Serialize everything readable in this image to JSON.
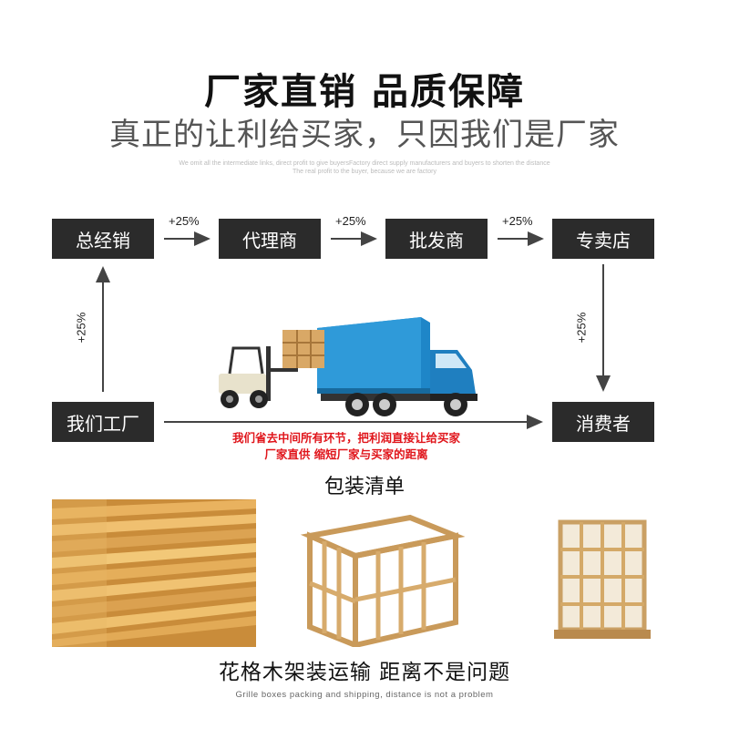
{
  "header": {
    "title": "厂家直销  品质保障",
    "subtitle": "真正的让利给买家，只因我们是厂家",
    "tiny_line_1": "We omit all the intermediate links, direct profit to give buyersFactory direct supply manufacturers and buyers to shorten the distance",
    "tiny_line_2": "The real profit to the buyer, because we are factory"
  },
  "flow": {
    "boxes": {
      "distributor": "总经销",
      "agent": "代理商",
      "wholesaler": "批发商",
      "store": "专卖店",
      "factory": "我们工厂",
      "consumer": "消费者"
    },
    "markups": {
      "distributor_to_agent": "+25%",
      "agent_to_wholesaler": "+25%",
      "wholesaler_to_store": "+25%",
      "factory_to_distributor": "+25%",
      "store_to_consumer": "+25%"
    },
    "red_line_1": "我们省去中间所有环节，把利润直接让给买家",
    "red_line_2": "厂家直供 缩短厂家与买家的距离"
  },
  "packing": {
    "title": "包装清单",
    "caption": "花格木架装运输  距离不是问题",
    "caption_en": "Grille boxes packing and shipping, distance is not a problem"
  }
}
